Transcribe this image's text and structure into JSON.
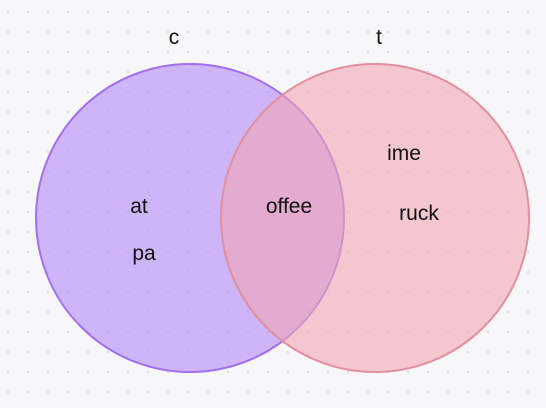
{
  "diagram": {
    "type": "venn",
    "background": "#f7f7f9",
    "grid_dot_color": "#dcdce4",
    "sets": [
      {
        "label": "c",
        "fill": "#b388f5",
        "stroke": "#a16ff0",
        "only_items": [
          "at",
          "pa"
        ]
      },
      {
        "label": "t",
        "fill": "#f2a7b2",
        "stroke": "#e38f9d",
        "only_items": [
          "ime",
          "ruck"
        ]
      }
    ],
    "intersection": {
      "items": [
        "offee"
      ]
    }
  }
}
